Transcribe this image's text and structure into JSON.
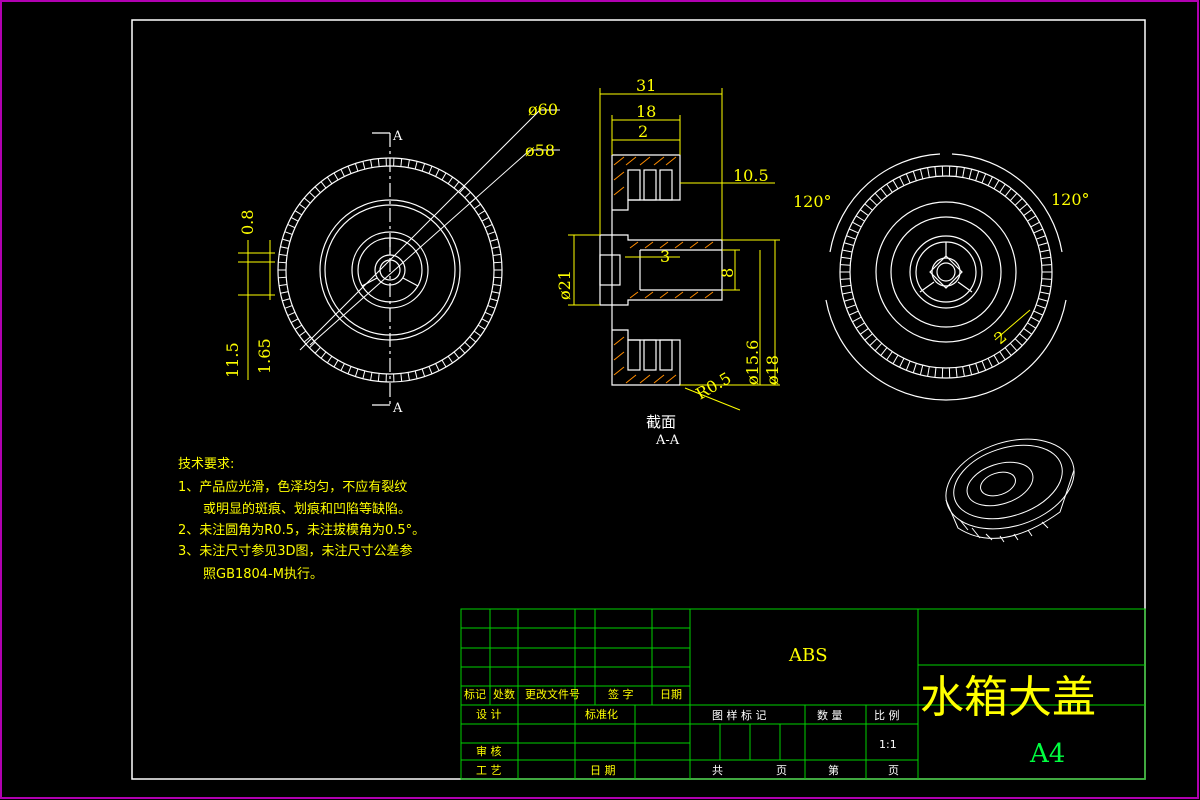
{
  "drawing": {
    "material": "ABS",
    "part_name": "水箱大盖",
    "sheet_size": "A4",
    "scale": "1:1"
  },
  "dimensions": {
    "front": {
      "d60": "ø60",
      "d58": "ø58",
      "d0_8": "0.8",
      "d11_5": "11.5",
      "d1_65": "1.65",
      "cut_a": "A"
    },
    "section": {
      "w31": "31",
      "w18": "18",
      "w2": "2",
      "w10_5": "10.5",
      "w3": "3",
      "w8": "8",
      "d21": "ø21",
      "d15_6": "ø15.6",
      "d18": "ø18",
      "r0_5": "R0.5",
      "title": "截面",
      "subtitle": "A-A"
    },
    "right": {
      "ang_left": "120°",
      "ang_right": "120°",
      "w2": "2"
    }
  },
  "requirements": {
    "heading": "技术要求:",
    "lines": [
      "1、产品应光滑，色泽均匀，不应有裂纹",
      "或明显的斑痕、划痕和凹陷等缺陷。",
      "2、未注圆角为R0.5，未注拔模角为0.5°。",
      "3、未注尺寸参见3D图，未注尺寸公差参",
      "照GB1804-M执行。"
    ]
  },
  "title_block": {
    "mark": "标记",
    "place": "处数",
    "change_doc": "更改文件号",
    "signature": "签 字",
    "date": "日期",
    "design": "设 计",
    "standardize": "标准化",
    "review": "审 核",
    "process": "工 艺",
    "date2": "日 期",
    "drawing_mark": "图 样 标 记",
    "quantity": "数 量",
    "ratio": "比 例",
    "total": "共",
    "sheets": "页",
    "no": "第",
    "sheet2": "页"
  }
}
